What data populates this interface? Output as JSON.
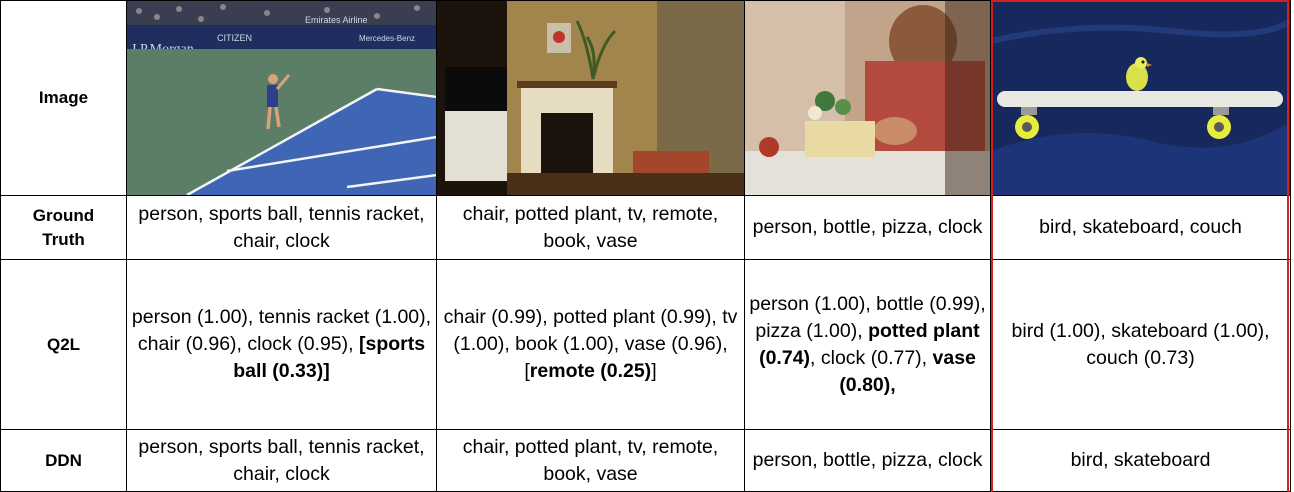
{
  "rows": {
    "image": {
      "label": "Image"
    },
    "ground_truth": {
      "label_line1": "Ground",
      "label_line2": "Truth",
      "cells": [
        "person, sports ball, tennis racket, chair, clock",
        "chair, potted plant, tv, remote, book, vase",
        "person, bottle, pizza, clock",
        "bird, skateboard, couch"
      ]
    },
    "q2l": {
      "label": "Q2L",
      "cells": [
        {
          "pre": "person (1.00), tennis racket (1.00), chair (0.96), clock (0.95), ",
          "bold": "[sports ball (0.33)]",
          "post": ""
        },
        {
          "pre": "chair (0.99), potted plant (0.99), tv (1.00), book (1.00), vase (0.96), [",
          "bold": "remote (0.25)",
          "post": "]"
        },
        {
          "pre": "person (1.00), bottle (0.99), pizza (1.00), ",
          "bold": "potted plant (0.74)",
          "mid": ", clock (0.77), ",
          "bold2": "vase (0.80),",
          "post": ""
        },
        {
          "pre": "bird (1.00), skateboard (1.00), couch (0.73)",
          "bold": "",
          "post": ""
        }
      ]
    },
    "ddn": {
      "label": "DDN",
      "cells": [
        "person, sports ball, tennis racket, chair, clock",
        "chair, potted plant, tv, remote, book, vase",
        "person, bottle, pizza, clock",
        "bird, skateboard"
      ]
    }
  },
  "images": [
    {
      "name": "tennis-court-photo",
      "sign_1": "J.P.Morgan",
      "sign_2": "CITIZEN",
      "sign_3": "Emirates Airline",
      "sign_4": "Mercedes-Benz"
    },
    {
      "name": "living-room-photo"
    },
    {
      "name": "kitchen-photo"
    },
    {
      "name": "bird-on-skateboard-photo"
    }
  ],
  "colors": {
    "highlight_border": "#d71f1f",
    "grid": "#000000"
  }
}
